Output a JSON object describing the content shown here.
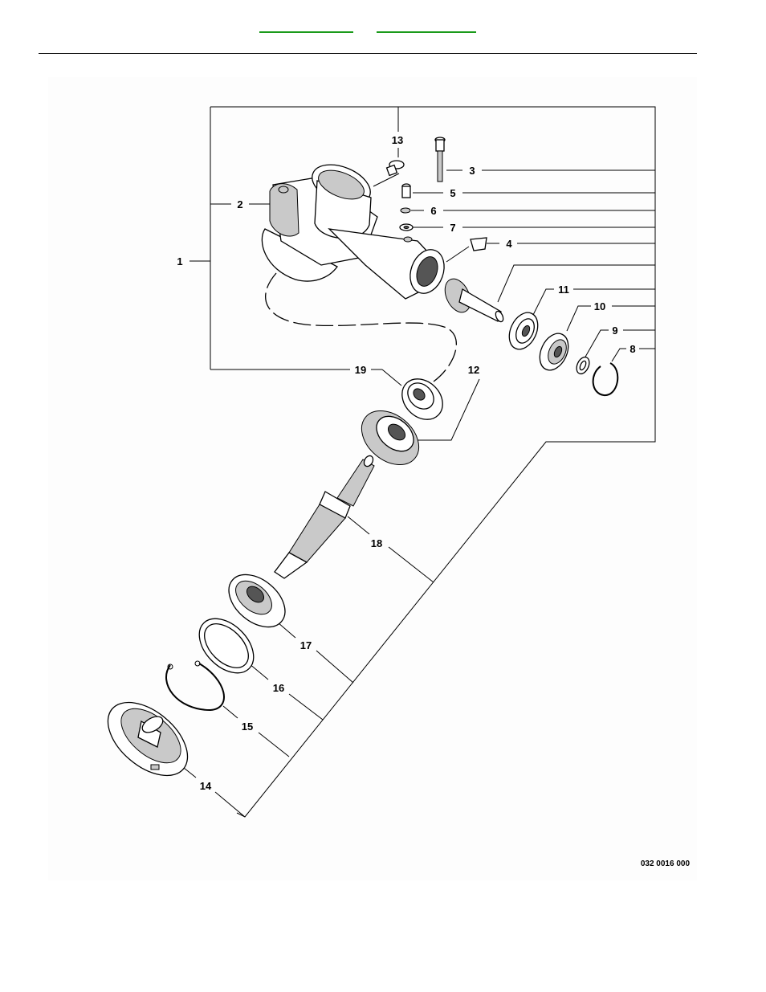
{
  "header": {
    "link_left": "",
    "link_right": ""
  },
  "diagram": {
    "code": "032 0016 000",
    "callouts": [
      "1",
      "2",
      "3",
      "4",
      "5",
      "6",
      "7",
      "8",
      "9",
      "10",
      "11",
      "12",
      "13",
      "14",
      "15",
      "16",
      "17",
      "18",
      "19"
    ]
  }
}
